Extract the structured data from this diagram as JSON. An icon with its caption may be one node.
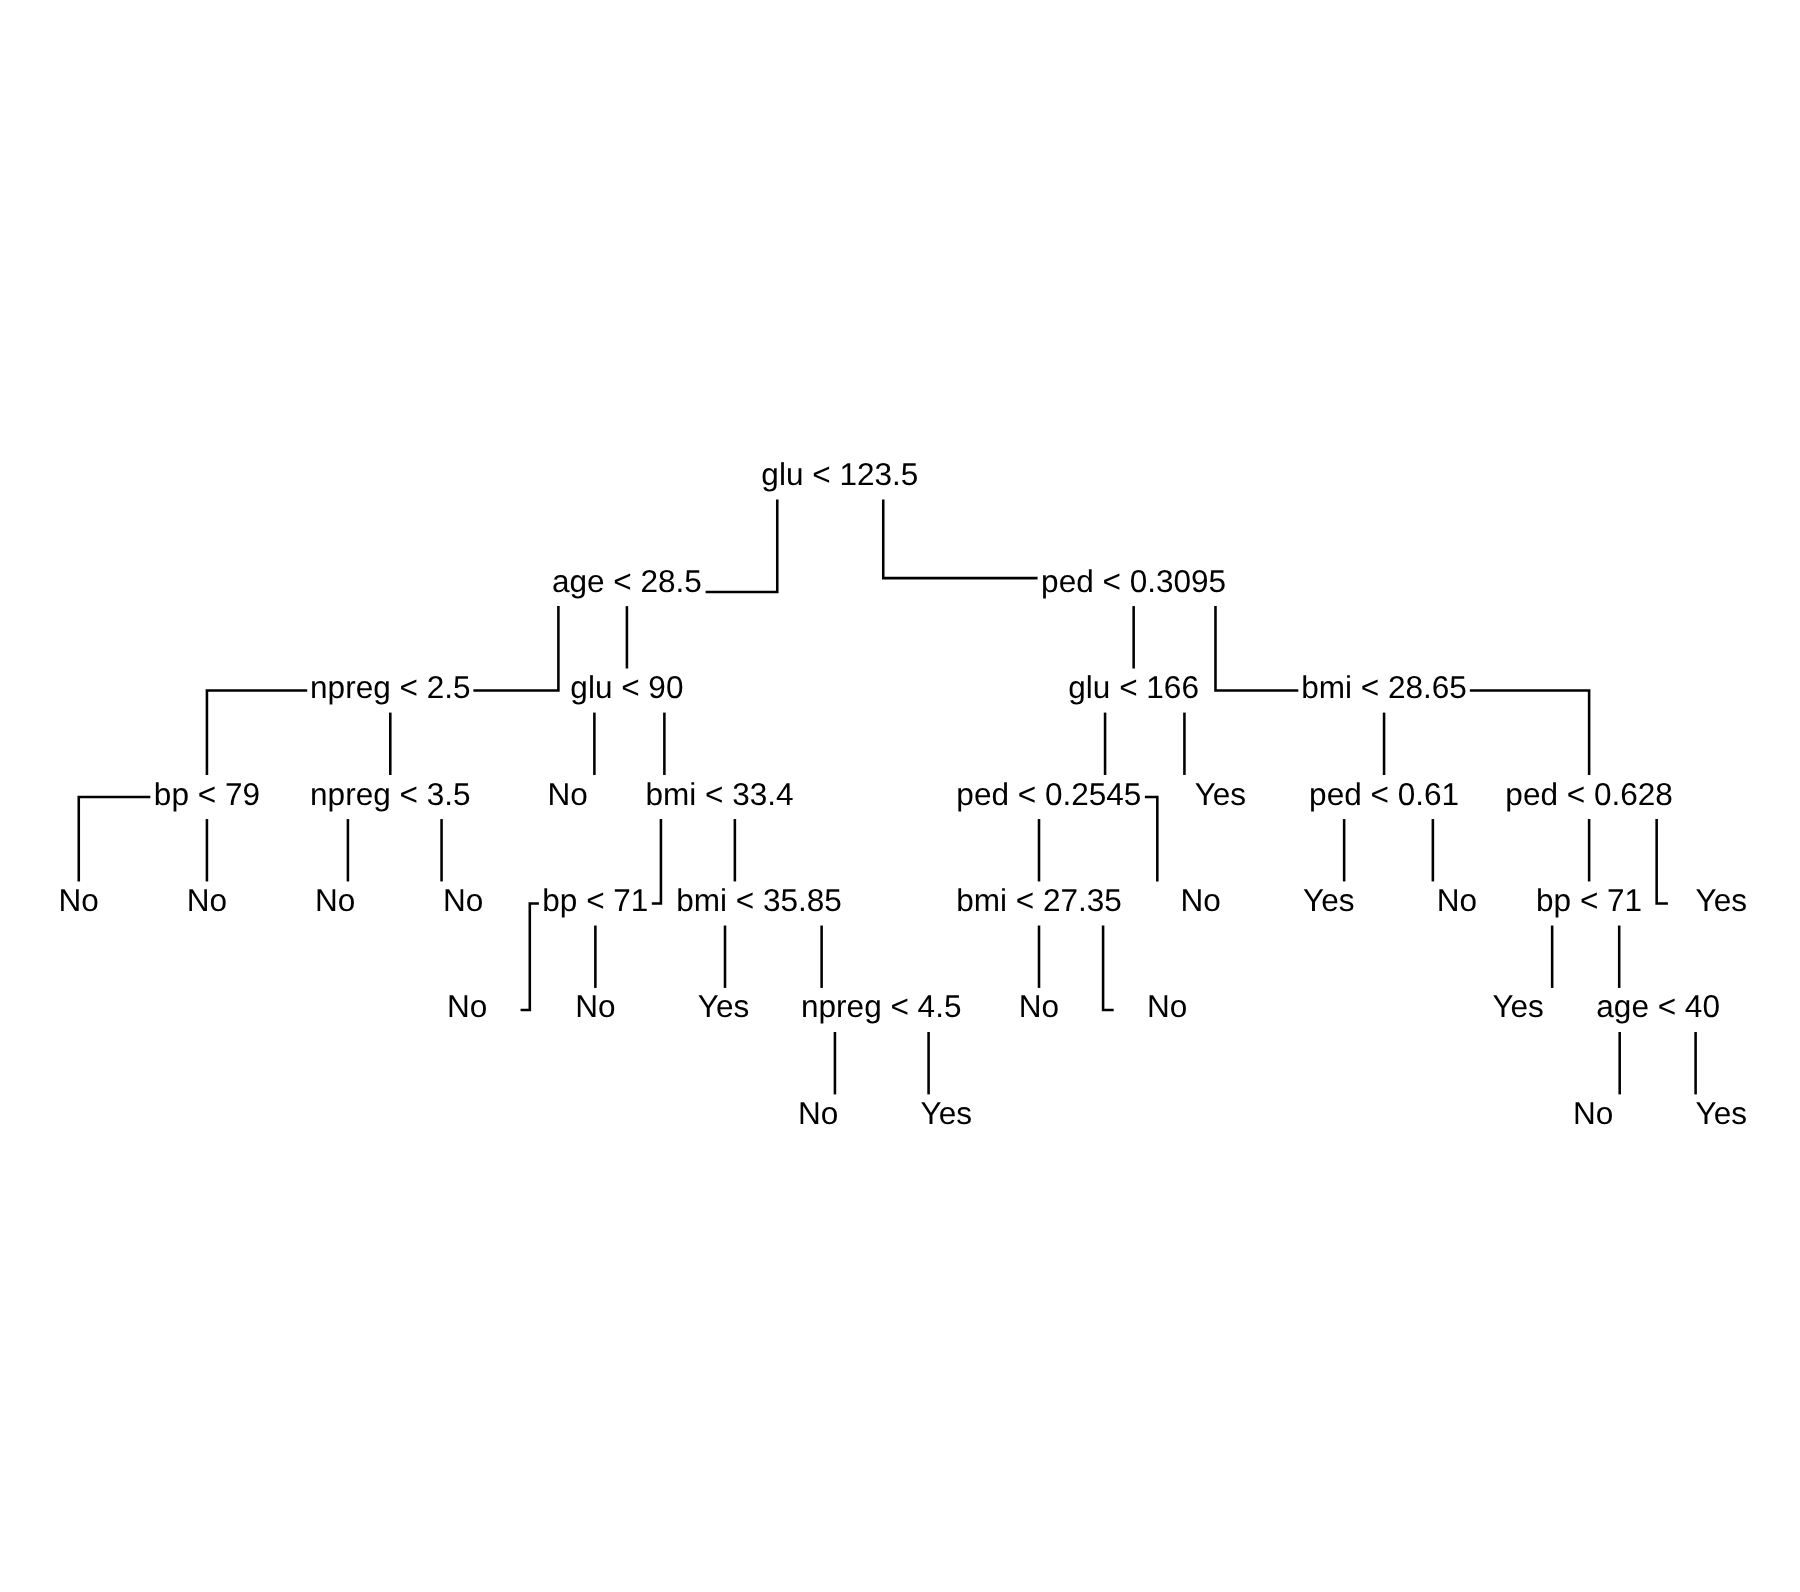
{
  "diagram": {
    "nodes": [
      {
        "text": [
          "glu < 123.5"
        ]
      },
      {
        "text": [
          "age < 28.5"
        ]
      },
      {
        "text": [
          "npreg < 2.5"
        ]
      },
      {
        "text": [
          "bp < 79"
        ]
      },
      {
        "text": [
          "No"
        ]
      },
      {
        "text": [
          "No"
        ]
      },
      {
        "text": [
          "npreg < 3.5"
        ]
      },
      {
        "text": [
          "No"
        ]
      },
      {
        "text": [
          "No"
        ]
      },
      {
        "text": [
          "glu < 90"
        ]
      },
      {
        "text": [
          "No"
        ]
      },
      {
        "text": [
          "bmi < 33.4"
        ]
      },
      {
        "text": [
          "bp < 71"
        ]
      },
      {
        "text": [
          "No"
        ]
      },
      {
        "text": [
          "No"
        ]
      },
      {
        "text": [
          "bmi < 35.85"
        ]
      },
      {
        "text": [
          "Yes"
        ]
      },
      {
        "text": [
          "npreg < 4.5"
        ]
      },
      {
        "text": [
          "No"
        ]
      },
      {
        "text": [
          "Yes"
        ]
      },
      {
        "text": [
          "ped < 0.3095"
        ]
      },
      {
        "text": [
          "glu < 166"
        ]
      },
      {
        "text": [
          "ped < 0.2545"
        ]
      },
      {
        "text": [
          "bmi < 27.35"
        ]
      },
      {
        "text": [
          "No"
        ]
      },
      {
        "text": [
          "No"
        ]
      },
      {
        "text": [
          "No"
        ]
      },
      {
        "text": [
          "Yes"
        ]
      },
      {
        "text": [
          "bmi < 28.65"
        ]
      },
      {
        "text": [
          "ped < 0.61"
        ]
      },
      {
        "text": [
          "Yes"
        ]
      },
      {
        "text": [
          "No"
        ]
      },
      {
        "text": [
          "ped < 0.628"
        ]
      },
      {
        "text": [
          "bp < 71"
        ]
      },
      {
        "text": [
          "Yes"
        ]
      },
      {
        "text": [
          "age < 40"
        ]
      },
      {
        "text": [
          "No"
        ]
      },
      {
        "text": [
          "Yes"
        ]
      },
      {
        "text": [
          "Yes"
        ]
      }
    ],
    "edges": [
      {
        "from": 0,
        "to": 1,
        "arrow": "none"
      },
      {
        "from": 0,
        "to": 20,
        "arrow": "none"
      },
      {
        "from": 1,
        "to": 2,
        "arrow": "none"
      },
      {
        "from": 1,
        "to": 9,
        "arrow": "none"
      },
      {
        "from": 2,
        "to": 3,
        "arrow": "none"
      },
      {
        "from": 2,
        "to": 6,
        "arrow": "none"
      },
      {
        "from": 3,
        "to": 4,
        "arrow": "none"
      },
      {
        "from": 3,
        "to": 5,
        "arrow": "none"
      },
      {
        "from": 6,
        "to": 7,
        "arrow": "none"
      },
      {
        "from": 6,
        "to": 8,
        "arrow": "none"
      },
      {
        "from": 9,
        "to": 10,
        "arrow": "none"
      },
      {
        "from": 9,
        "to": 11,
        "arrow": "none"
      },
      {
        "from": 11,
        "to": 12,
        "arrow": "none"
      },
      {
        "from": 11,
        "to": 15,
        "arrow": "none"
      },
      {
        "from": 12,
        "to": 13,
        "arrow": "none"
      },
      {
        "from": 12,
        "to": 14,
        "arrow": "none"
      },
      {
        "from": 15,
        "to": 16,
        "arrow": "none"
      },
      {
        "from": 15,
        "to": 17,
        "arrow": "none"
      },
      {
        "from": 17,
        "to": 18,
        "arrow": "none"
      },
      {
        "from": 17,
        "to": 19,
        "arrow": "none"
      },
      {
        "from": 20,
        "to": 21,
        "arrow": "none"
      },
      {
        "from": 20,
        "to": 28,
        "arrow": "none"
      },
      {
        "from": 21,
        "to": 22,
        "arrow": "none"
      },
      {
        "from": 21,
        "to": 27,
        "arrow": "none"
      },
      {
        "from": 22,
        "to": 23,
        "arrow": "none"
      },
      {
        "from": 22,
        "to": 26,
        "arrow": "none"
      },
      {
        "from": 23,
        "to": 24,
        "arrow": "none"
      },
      {
        "from": 23,
        "to": 25,
        "arrow": "none"
      },
      {
        "from": 28,
        "to": 29,
        "arrow": "none"
      },
      {
        "from": 28,
        "to": 32,
        "arrow": "none"
      },
      {
        "from": 29,
        "to": 30,
        "arrow": "none"
      },
      {
        "from": 29,
        "to": 31,
        "arrow": "none"
      },
      {
        "from": 32,
        "to": 33,
        "arrow": "none"
      },
      {
        "from": 32,
        "to": 38,
        "arrow": "none"
      },
      {
        "from": 33,
        "to": 34,
        "arrow": "none"
      },
      {
        "from": 33,
        "to": 35,
        "arrow": "none"
      },
      {
        "from": 35,
        "to": 36,
        "arrow": "none"
      },
      {
        "from": 35,
        "to": 37,
        "arrow": "none"
      }
    ]
  }
}
